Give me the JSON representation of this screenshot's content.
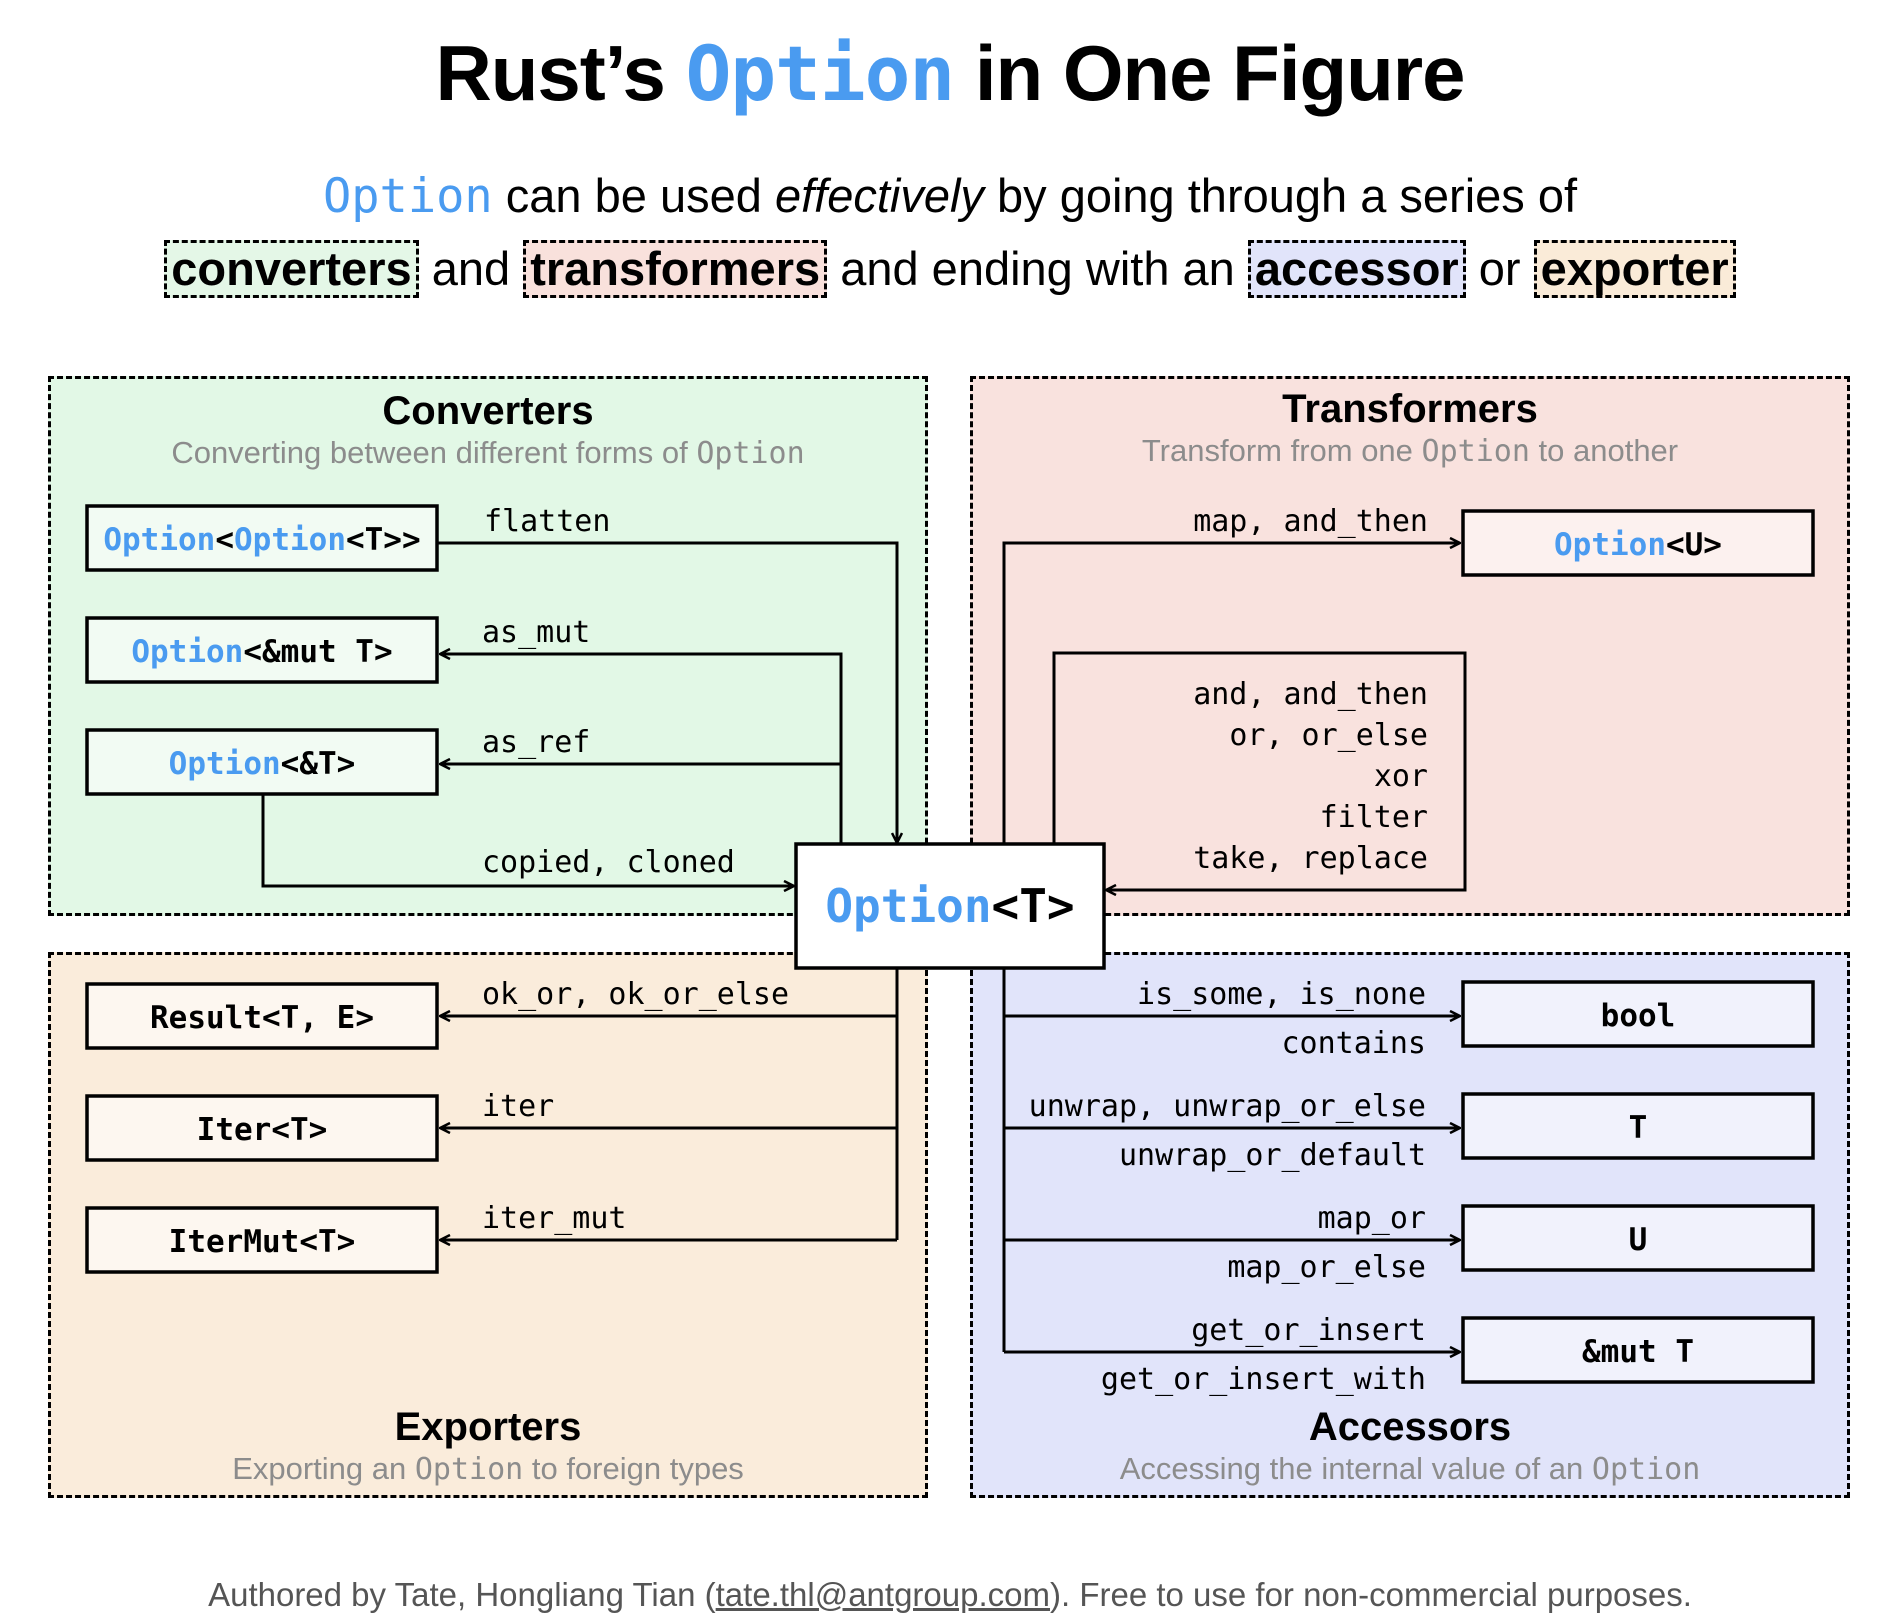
{
  "title": {
    "pre": "Rust’s ",
    "code": "Option",
    "post": " in One Figure"
  },
  "subtitle": {
    "code": "Option",
    "t1": " can be used ",
    "emph": "effectively",
    "t2": " by going through a series of",
    "converters": "converters",
    "and1": "and",
    "transformers": "transformers",
    "and2": "and ending with an",
    "accessor": "accessor",
    "or": "or",
    "exporter": "exporter"
  },
  "panels": {
    "converters": {
      "title": "Converters",
      "desc_pre": "Converting between different forms of ",
      "desc_code": "Option",
      "desc_post": ""
    },
    "transformers": {
      "title": "Transformers",
      "desc_pre": "Transform from one ",
      "desc_code": "Option",
      "desc_post": " to another"
    },
    "exporters": {
      "title": "Exporters",
      "desc_pre": "Exporting an ",
      "desc_code": "Option",
      "desc_post": " to foreign types"
    },
    "accessors": {
      "title": "Accessors",
      "desc_pre": "Accessing the internal value of an ",
      "desc_code": "Option",
      "desc_post": ""
    }
  },
  "center": {
    "code": "Option",
    "rest": "<T>"
  },
  "types": {
    "opt_opt": {
      "a": "Option",
      "b": "<",
      "c": "Option",
      "d": "<T>>"
    },
    "opt_mut": {
      "a": "Option",
      "b": "<&mut T>"
    },
    "opt_ref": {
      "a": "Option",
      "b": "<&T>"
    },
    "opt_u": {
      "a": "Option",
      "b": "<U>"
    },
    "result": "Result<T, E>",
    "iter": "Iter<T>",
    "iter_mut": "IterMut<T>",
    "bool": "bool",
    "t": "T",
    "u": "U",
    "mut_t": "&mut T"
  },
  "methods": {
    "flatten": "flatten",
    "as_mut": "as_mut",
    "as_ref": "as_ref",
    "copied_cloned": "copied, cloned",
    "map_and_then": "map, and_then",
    "and_and_then": "and, and_then",
    "or_or_else": "or, or_else",
    "xor": "xor",
    "filter": "filter",
    "take_replace": "take, replace",
    "ok_or": "ok_or, ok_or_else",
    "iter": "iter",
    "iter_mut": "iter_mut",
    "is_some_none": "is_some, is_none",
    "contains": "contains",
    "unwrap": "unwrap, unwrap_or_else",
    "unwrap_or_default": "unwrap_or_default",
    "map_or": "map_or",
    "map_or_else": "map_or_else",
    "get_or_insert": "get_or_insert",
    "get_or_insert_with": "get_or_insert_with"
  },
  "footer": {
    "pre": "Authored by Tate, Hongliang Tian (",
    "email": "tate.thl@antgroup.com",
    "post": "). Free to use for non-commercial purposes."
  },
  "colors": {
    "accent_blue": "#4a9bf0",
    "converters_bg": "#e2f8e6",
    "transformers_bg": "#f9e2de",
    "exporters_bg": "#faecdb",
    "accessors_bg": "#e1e4fa"
  }
}
